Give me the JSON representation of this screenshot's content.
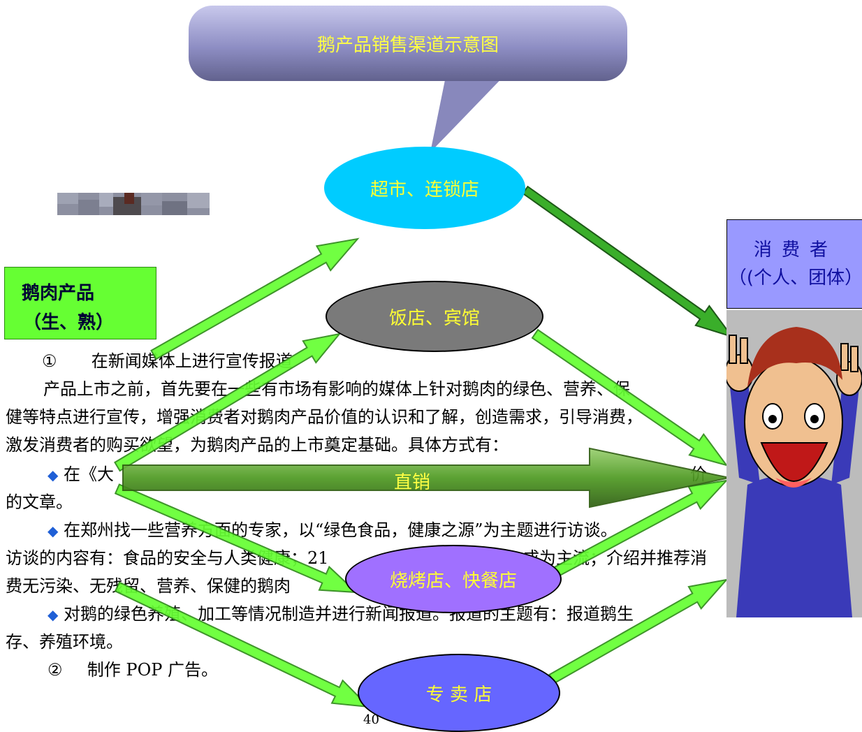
{
  "callout": {
    "title": "鹅产品销售渠道示意图"
  },
  "source": {
    "line1": "鹅肉产品",
    "line2": "（生、熟）"
  },
  "consumer": {
    "line1": "消费者",
    "line2": "（(个人、团体）"
  },
  "channels": {
    "supermarket": "超市、连锁店",
    "restaurant": "饭店、宾馆",
    "bbq": "烧烤店、快餐店",
    "specialty": "专 卖 店",
    "direct": "直销"
  },
  "document": {
    "heading1_num": "①",
    "heading1_text": "在新闻媒体上进行宣传报道",
    "para1_line1": "产品上市之前，首先要在一些有市场有影响的媒体上针对鹅肉的绿色、营养、保",
    "para1_line2": "健等特点进行宣传，增强消费者对鹅肉产品价值的认识和了解，创造需求，引导消费，",
    "para1_line3": "激发消费者的购买欲望，为鹅肉产品的上市奠定基础。具体方式有：",
    "bullet_symbol": "◆",
    "bullet1_line1": "在《大",
    "bullet1_line1_end": "价",
    "bullet1_line2": "的文章。",
    "bullet2_line1": "在郑州找一些营养方面的专家，以“绿色食品，健康之源”为主题进行访谈。",
    "bullet2_line2a": "访谈的内容有：食品的安全与人类健康；21",
    "bullet2_line2b": "成为主流；介绍并推荐消",
    "bullet2_line3a": "费无污染、无残留、营养、保健的鹅肉",
    "bullet3_line1": "对鹅的绿色养殖、加工等情况制造并进行新闻报道。报道的主题有：报道鹅生",
    "bullet3_line2": "存、养殖环境。",
    "heading2_num": "②",
    "heading2_text": "制作 POP 广告。",
    "page_number": "40"
  },
  "colors": {
    "arrow_green": "#66ff33",
    "arrow_dark": "#2e8b18",
    "direct_arrow": "#4e9a22",
    "supermarket_fill": "#00ccff",
    "restaurant_fill": "#7a7a7a",
    "bbq_fill": "#a070ff",
    "specialty_fill": "#6666ff",
    "label_yellow": "#ffff33"
  }
}
